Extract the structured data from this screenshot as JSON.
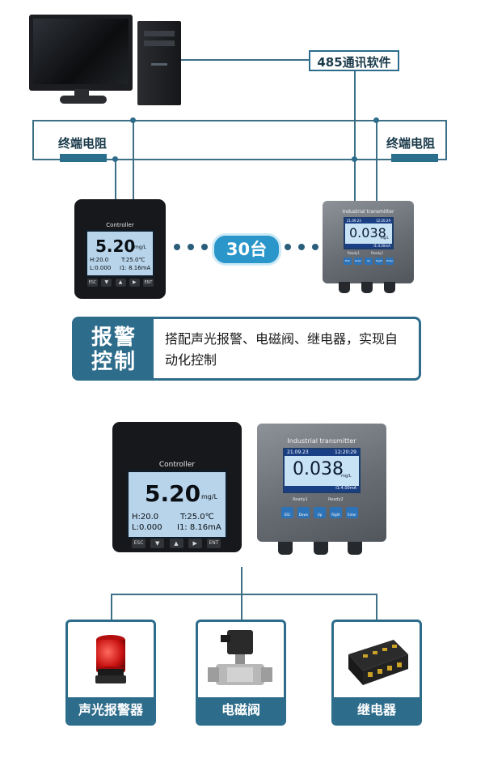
{
  "labels": {
    "software": "485通讯软件",
    "resistor_left": "终端电阻",
    "resistor_right": "终端电阻",
    "count": "30台"
  },
  "controller": {
    "brand": "Controller",
    "value": "5.20",
    "unit": "mg/L",
    "h": "H:20.0",
    "t": "T:25.0℃",
    "l": "L:0.000",
    "i1": "I1: 8.16mA",
    "keys": [
      "ESC",
      "▼",
      "▲",
      "▶",
      "ENT"
    ]
  },
  "transmitter": {
    "title": "Industrial transmitter",
    "date": "21.09.23",
    "time": "12:20:29",
    "value": "0.038",
    "unit": "mg/L",
    "current": "I1:4.00mA",
    "led1": "Ready1",
    "led2": "Ready2",
    "keys": [
      "ESC",
      "Down",
      "Up",
      "Right",
      "Enter"
    ]
  },
  "banner": {
    "side_line1": "报警",
    "side_line2": "控制",
    "text": "搭配声光报警、电磁阀、继电器，实现自动化控制"
  },
  "cards": [
    {
      "label": "声光报警器",
      "icon": "alarm-light-icon"
    },
    {
      "label": "电磁阀",
      "icon": "solenoid-valve-icon"
    },
    {
      "label": "继电器",
      "icon": "relay-icon"
    }
  ],
  "colors": {
    "accent": "#2d6c8b",
    "pill": "#2a96c9"
  }
}
